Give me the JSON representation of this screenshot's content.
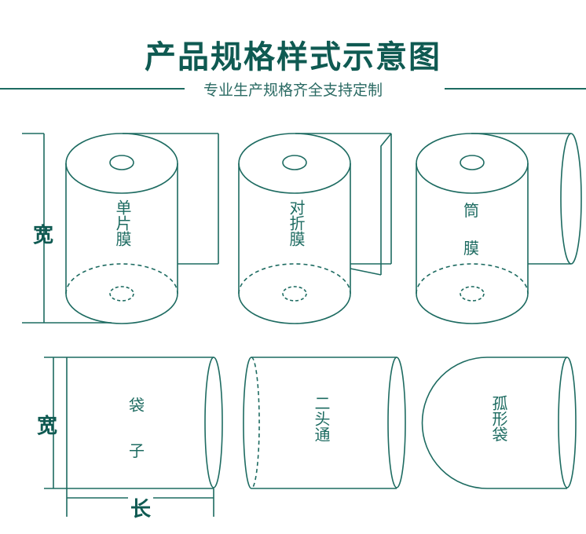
{
  "header": {
    "title": "产品规格样式示意图",
    "subtitle": "专业生产规格齐全支持定制"
  },
  "rolls": [
    {
      "label": "单片膜"
    },
    {
      "label": "对折膜"
    },
    {
      "label_top": "筒",
      "label_bottom": "膜"
    }
  ],
  "bags": [
    {
      "label_top": "袋",
      "label_bottom": "子"
    },
    {
      "label": "二头通"
    },
    {
      "label": "孤形袋"
    }
  ],
  "dimensions": {
    "width_top": "宽",
    "width_bottom": "宽",
    "length": "长"
  },
  "colors": {
    "stroke": "#1d6b61",
    "title": "#0f5a52"
  }
}
